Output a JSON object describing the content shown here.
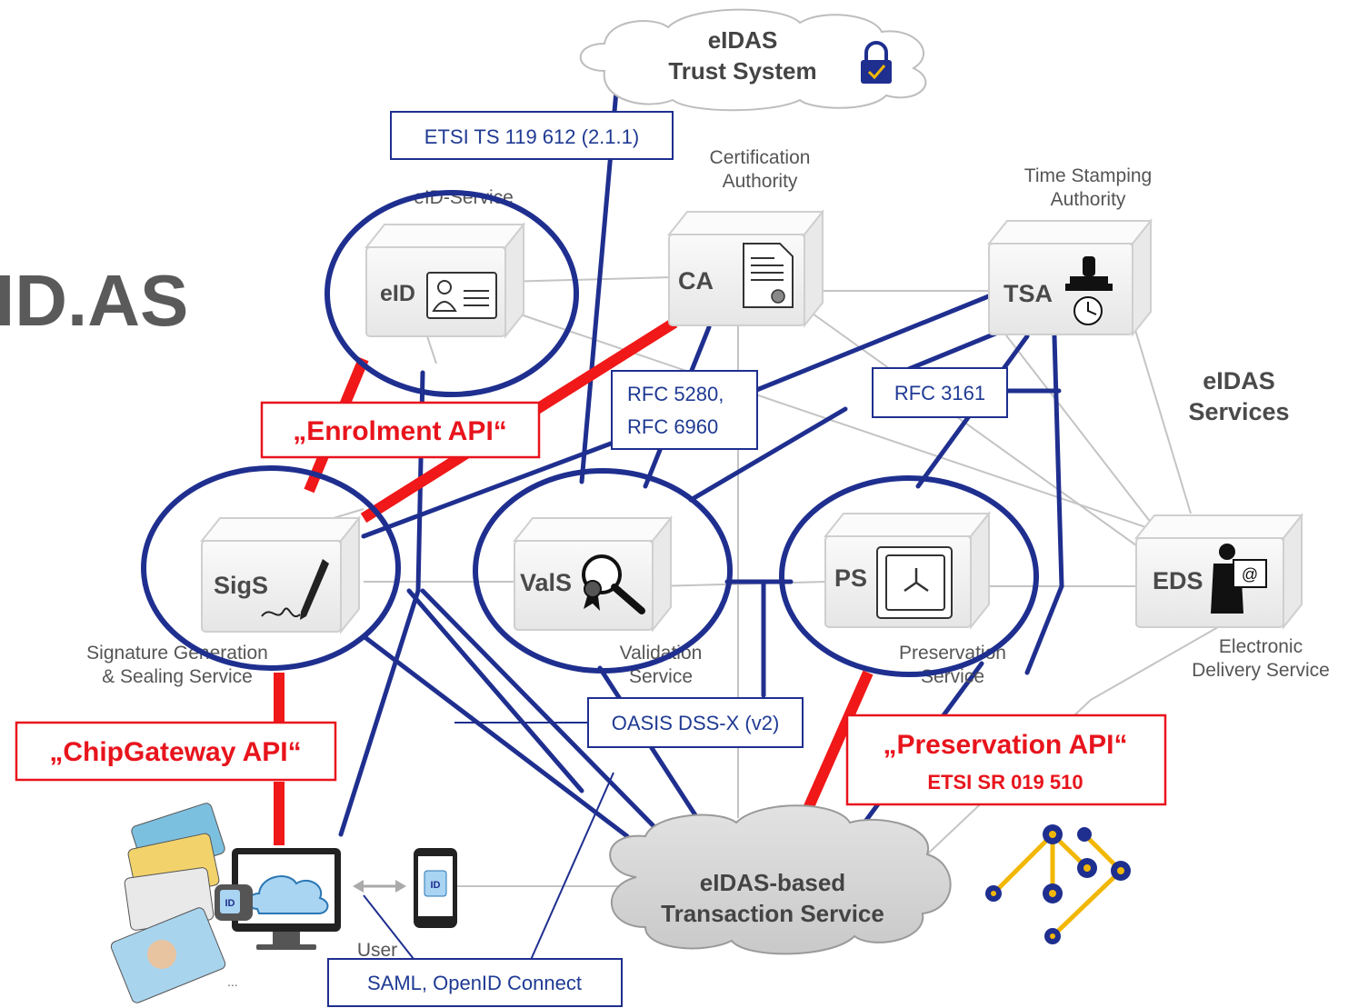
{
  "logo_text": "ID.AS",
  "clouds": {
    "trust_system": {
      "line1": "eIDAS",
      "line2": "Trust System"
    },
    "transaction": {
      "line1": "eIDAS-based",
      "line2": "Transaction Service"
    }
  },
  "nodes": {
    "eid": {
      "code": "eID",
      "label_line1": "eID-Service",
      "label_line2": ""
    },
    "ca": {
      "code": "CA",
      "label_line1": "Certification",
      "label_line2": "Authority"
    },
    "tsa": {
      "code": "TSA",
      "label_line1": "Time Stamping",
      "label_line2": "Authority"
    },
    "sigs": {
      "code": "SigS",
      "label_line1": "Signature Generation",
      "label_line2": "& Sealing Service"
    },
    "vals": {
      "code": "ValS",
      "label_line1": "Validation",
      "label_line2": "Service"
    },
    "ps": {
      "code": "PS",
      "label_line1": "Preservation",
      "label_line2": "Service"
    },
    "eds": {
      "code": "EDS",
      "label_line1": "Electronic",
      "label_line2": "Delivery Service"
    }
  },
  "eidas_services": {
    "line1": "eIDAS",
    "line2": "Services"
  },
  "user_label": "User",
  "standards": {
    "etsi_612": "ETSI TS 119 612 (2.1.1)",
    "rfc_5280_line1": "RFC 5280,",
    "rfc_5280_line2": "RFC 6960",
    "rfc_3161": "RFC 3161",
    "oasis": "OASIS DSS-X (v2)",
    "saml": "SAML, OpenID Connect"
  },
  "apis": {
    "enrolment": "„Enrolment API“",
    "chipgateway": "„ChipGateway API“",
    "preservation": "„Preservation API“",
    "preservation_sub": "ETSI SR 019 510"
  },
  "device_badge": "ID",
  "cards_more": "...",
  "colors": {
    "navy": "#1f2f8f",
    "red": "#f01818",
    "grey_line": "#c4c4c4",
    "box_face": "#f3f3f3",
    "node_text": "#4a4a4a",
    "accent_yellow": "#f2b705"
  }
}
